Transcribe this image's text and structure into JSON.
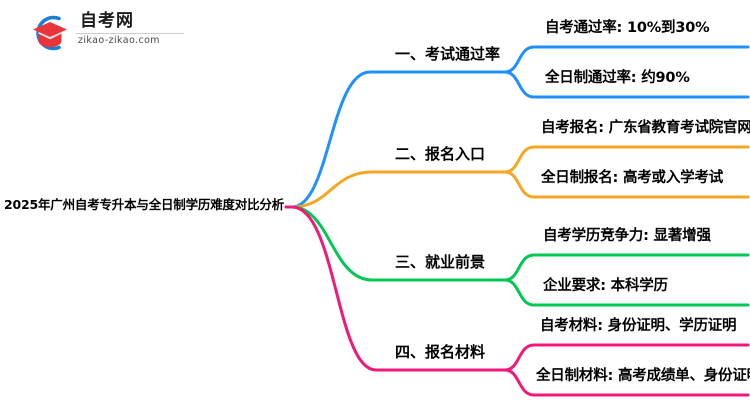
{
  "logo": {
    "title": "自考网",
    "subtitle": "zikao-zikao.com",
    "mark_name": "graduation-cap-logo",
    "arc_color": "#1b7fd4",
    "cap_color": "#e8353a"
  },
  "mindmap": {
    "root": {
      "label": "2025年广州自考专升本与全日制学历难度对比分析"
    },
    "branches": [
      {
        "label": "一、考试通过率",
        "color": "#1E90FF",
        "children": [
          {
            "label": "自考通过率: 10%到30%"
          },
          {
            "label": "全日制通过率: 约90%"
          }
        ]
      },
      {
        "label": "二、报名入口",
        "color": "#F5A623",
        "children": [
          {
            "label": "自考报名: 广东省教育考试院官网"
          },
          {
            "label": "全日制报名: 高考或入学考试"
          }
        ]
      },
      {
        "label": "三、就业前景",
        "color": "#00C853",
        "children": [
          {
            "label": "自考学历竞争力: 显著增强"
          },
          {
            "label": "企业要求: 本科学历"
          }
        ]
      },
      {
        "label": "四、报名材料",
        "color": "#F01878",
        "children": [
          {
            "label": "自考材料: 身份证明、学历证明"
          },
          {
            "label": "全日制材料: 高考成绩单、身份证明"
          }
        ]
      }
    ]
  }
}
